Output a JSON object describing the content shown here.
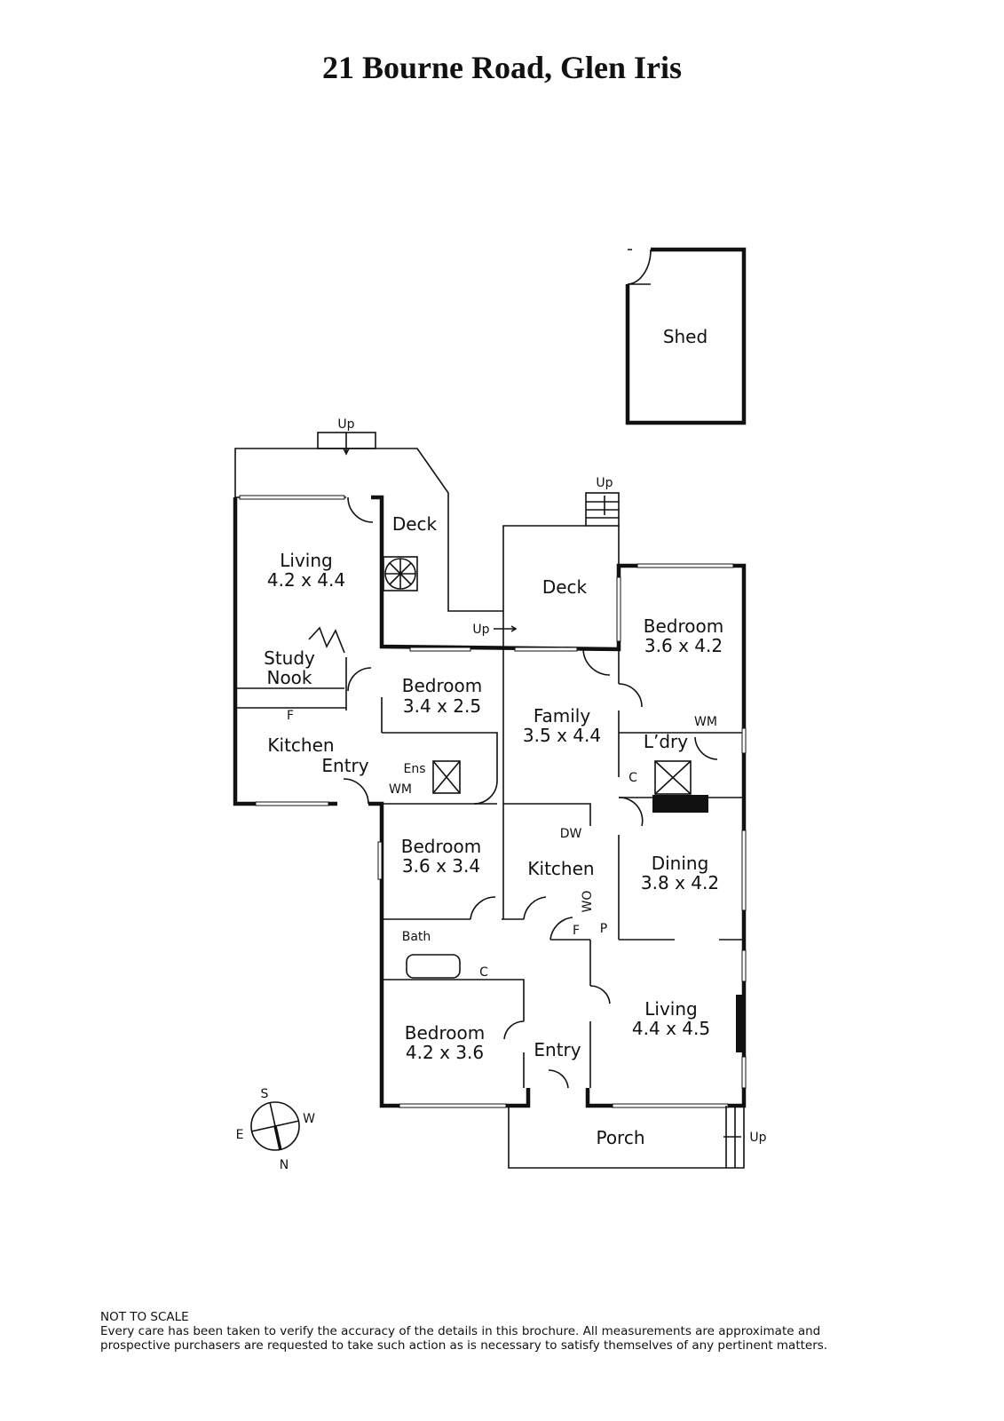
{
  "title": "21 Bourne Road, Glen Iris",
  "rooms": {
    "shed": "Shed",
    "deck_left": "Deck",
    "deck_right": "Deck",
    "living_rear": {
      "name": "Living",
      "size": "4.2 x 4.4"
    },
    "study": {
      "line1": "Study",
      "line2": "Nook"
    },
    "kitchen_rear": "Kitchen",
    "entry_rear": "Entry",
    "bedroom_1": {
      "name": "Bedroom",
      "size": "3.4 x 2.5"
    },
    "ensuite": "Ens",
    "bedroom_2": {
      "name": "Bedroom",
      "size": "3.6 x 4.2"
    },
    "family": {
      "name": "Family",
      "size": "3.5 x 4.4"
    },
    "laundry": "L’dry",
    "bedroom_3": {
      "name": "Bedroom",
      "size": "3.6 x 3.4"
    },
    "kitchen": "Kitchen",
    "dining": {
      "name": "Dining",
      "size": "3.8 x 4.2"
    },
    "bath": "Bath",
    "bedroom_4": {
      "name": "Bedroom",
      "size": "4.2 x 3.6"
    },
    "entry": "Entry",
    "living_front": {
      "name": "Living",
      "size": "4.4 x 4.5"
    },
    "porch": "Porch"
  },
  "fixtures": {
    "fridge": "F",
    "wm": "WM",
    "dw": "DW",
    "wo": "WO",
    "pantry": "P",
    "cupboard": "C",
    "up": "Up"
  },
  "compass": {
    "s": "S",
    "w": "W",
    "e": "E",
    "n": "N"
  },
  "footer": {
    "heading": "NOT TO SCALE",
    "line1": "Every care has been taken to verify the accuracy of the details in this brochure. All measurements are approximate and",
    "line2": "prospective purchasers are requested to take such action as is necessary to satisfy themselves of any pertinent matters."
  }
}
